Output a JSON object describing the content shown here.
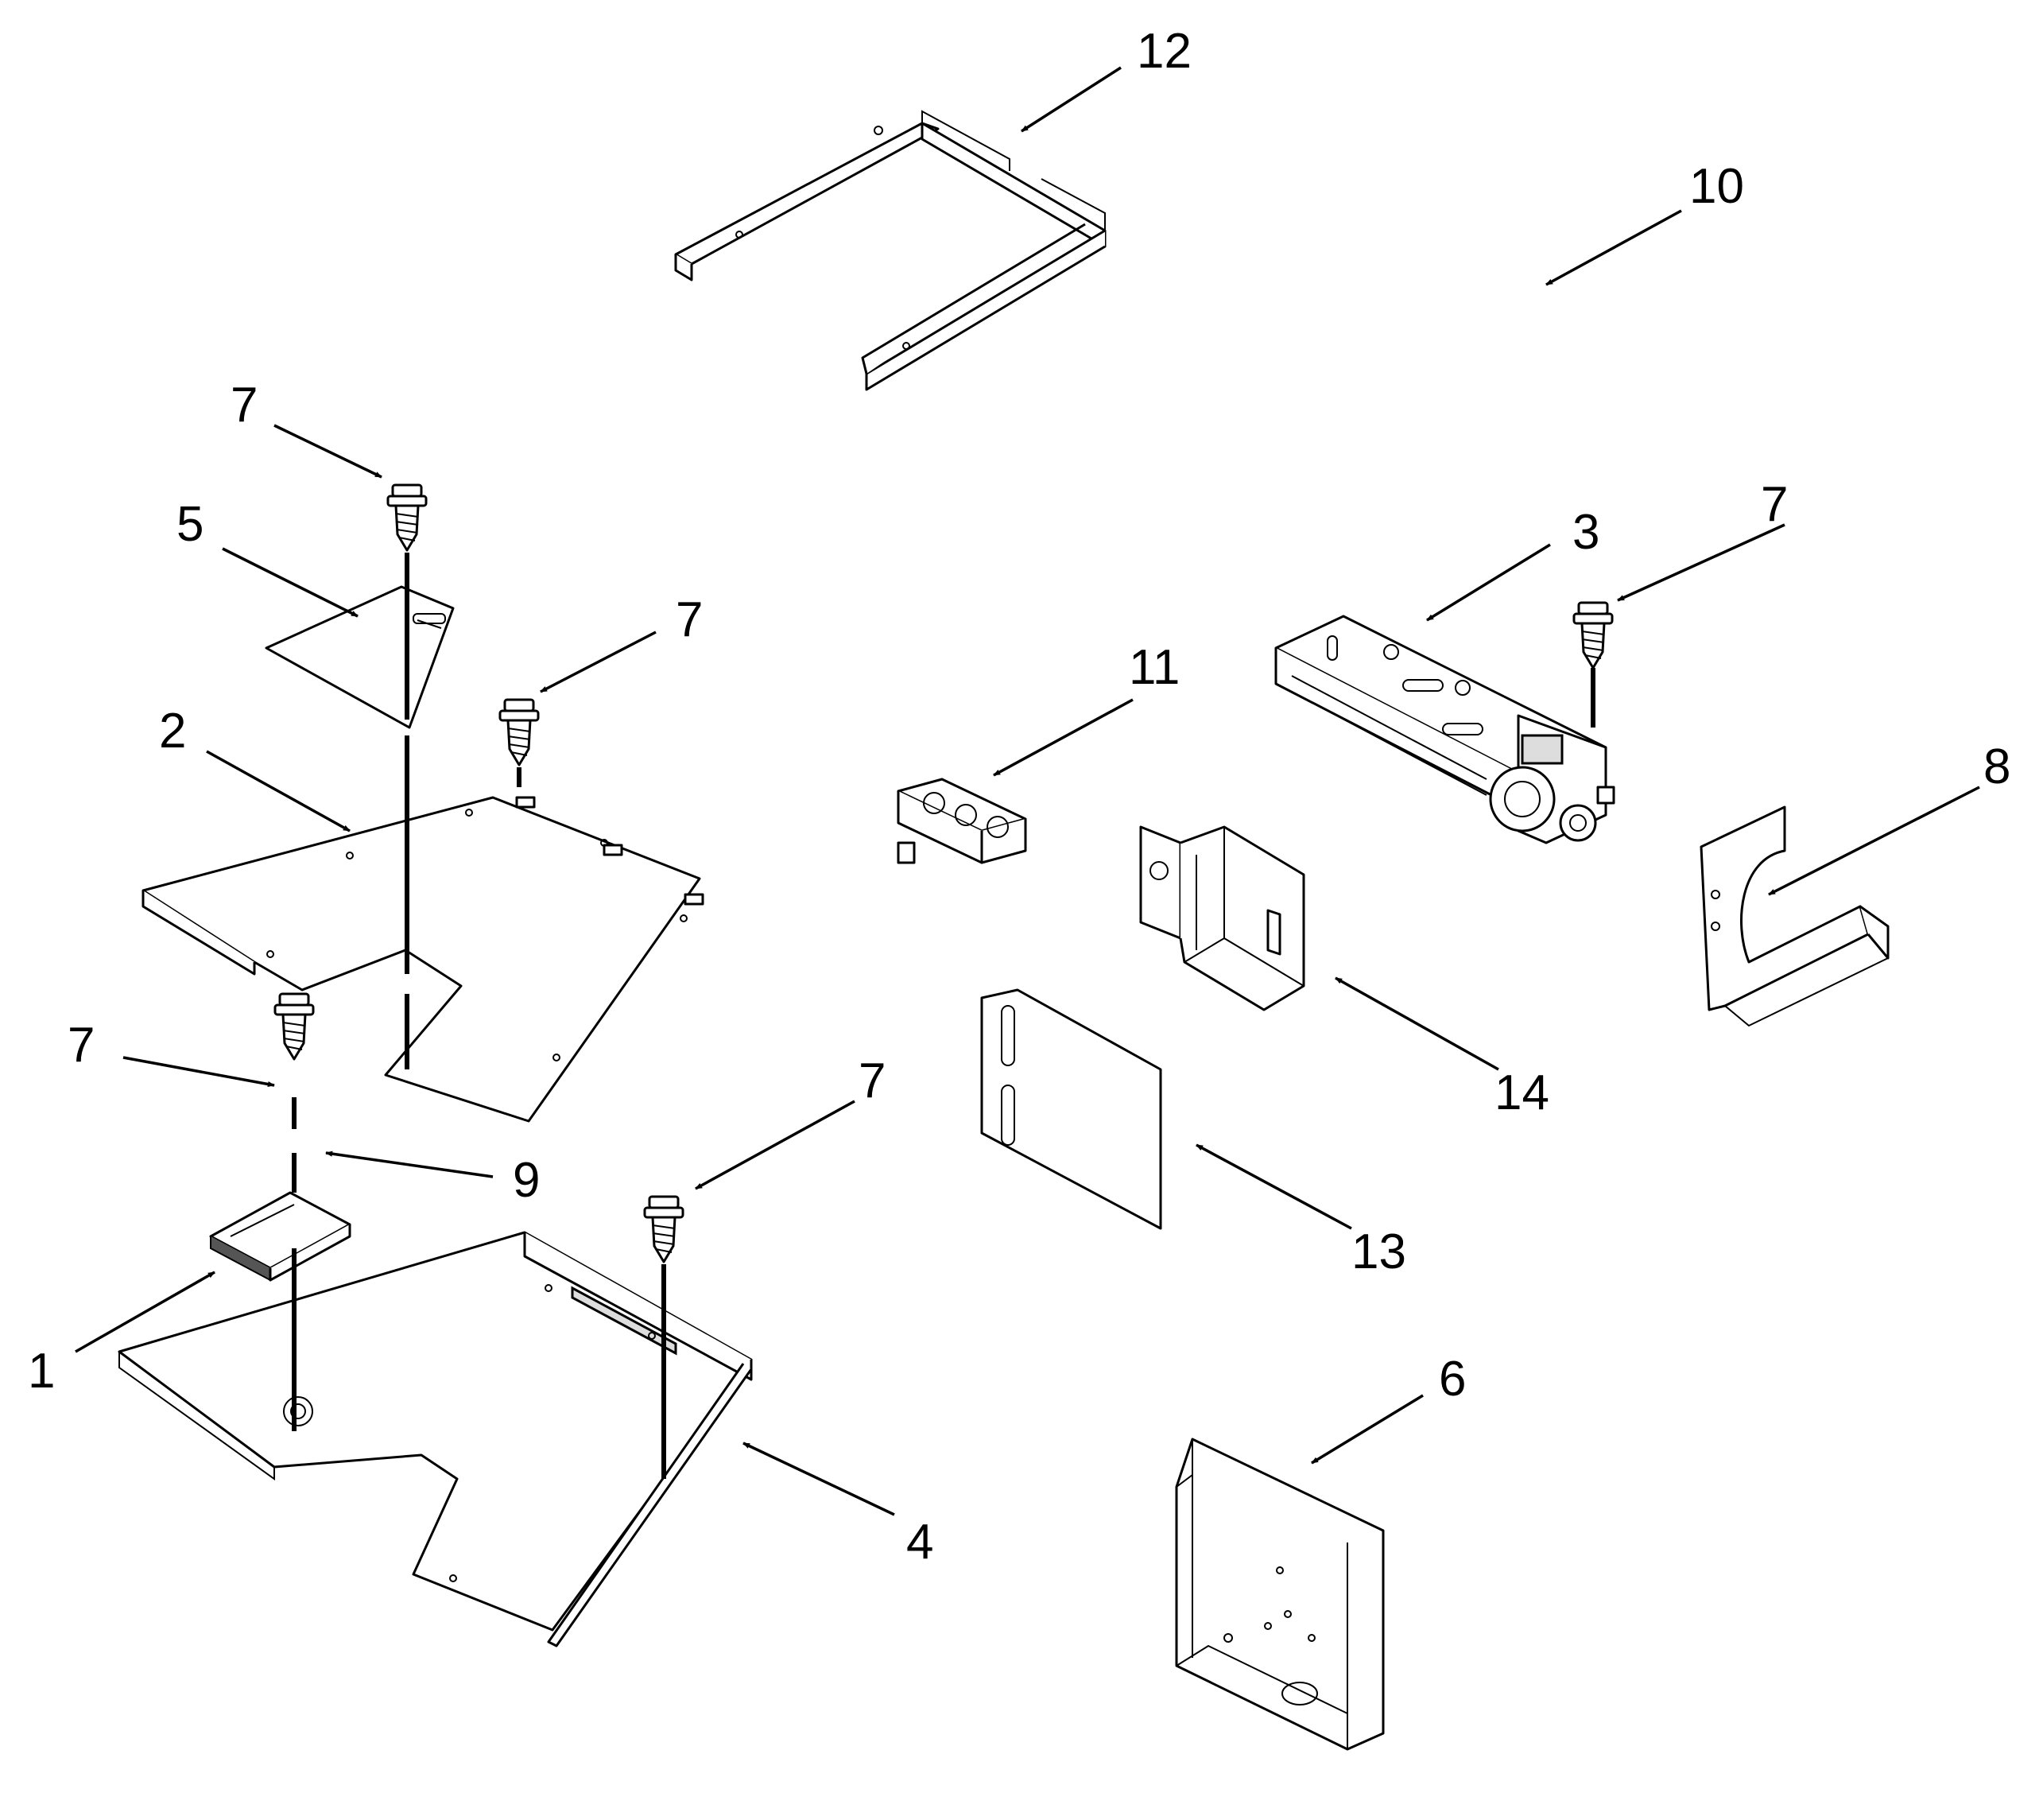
{
  "callouts": [
    {
      "id": "c12a",
      "text": "12"
    },
    {
      "id": "c10",
      "text": "10"
    },
    {
      "id": "c7a",
      "text": "7"
    },
    {
      "id": "c5",
      "text": "5"
    },
    {
      "id": "c7b",
      "text": "7"
    },
    {
      "id": "c2",
      "text": "2"
    },
    {
      "id": "c3",
      "text": "3"
    },
    {
      "id": "c7c",
      "text": "7"
    },
    {
      "id": "c11",
      "text": "11"
    },
    {
      "id": "c8",
      "text": "8"
    },
    {
      "id": "c7d",
      "text": "7"
    },
    {
      "id": "c9",
      "text": "9"
    },
    {
      "id": "c7e",
      "text": "7"
    },
    {
      "id": "c14",
      "text": "14"
    },
    {
      "id": "c13",
      "text": "13"
    },
    {
      "id": "c1",
      "text": "1"
    },
    {
      "id": "c6",
      "text": "6"
    },
    {
      "id": "c4",
      "text": "4"
    }
  ]
}
